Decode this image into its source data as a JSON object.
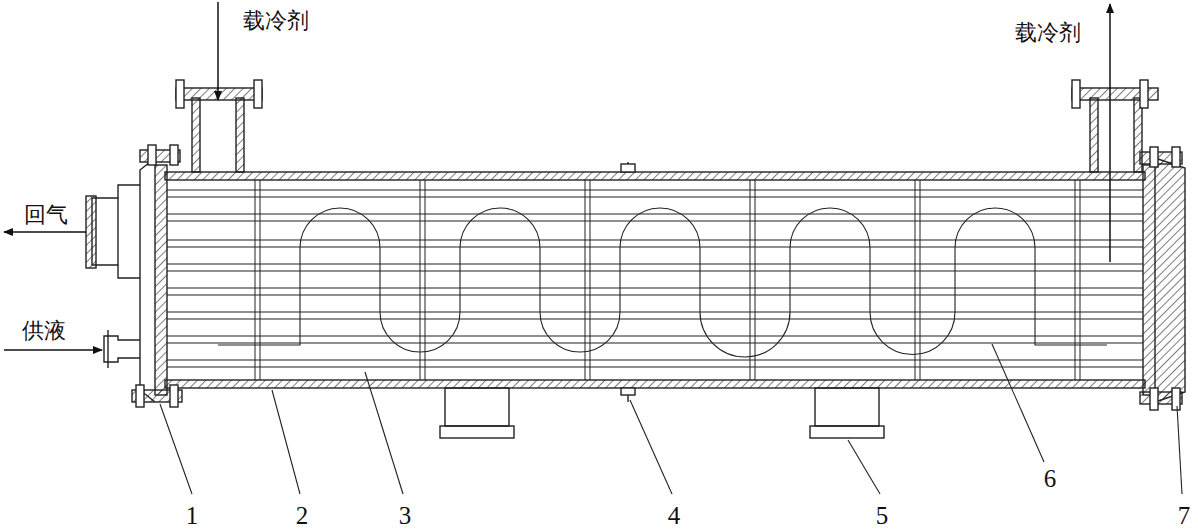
{
  "diagram": {
    "labels": [
      "载冷剂",
      "载冷剂",
      "回气",
      "供液",
      "1",
      "2",
      "3",
      "4",
      "5",
      "6",
      "7"
    ]
  }
}
